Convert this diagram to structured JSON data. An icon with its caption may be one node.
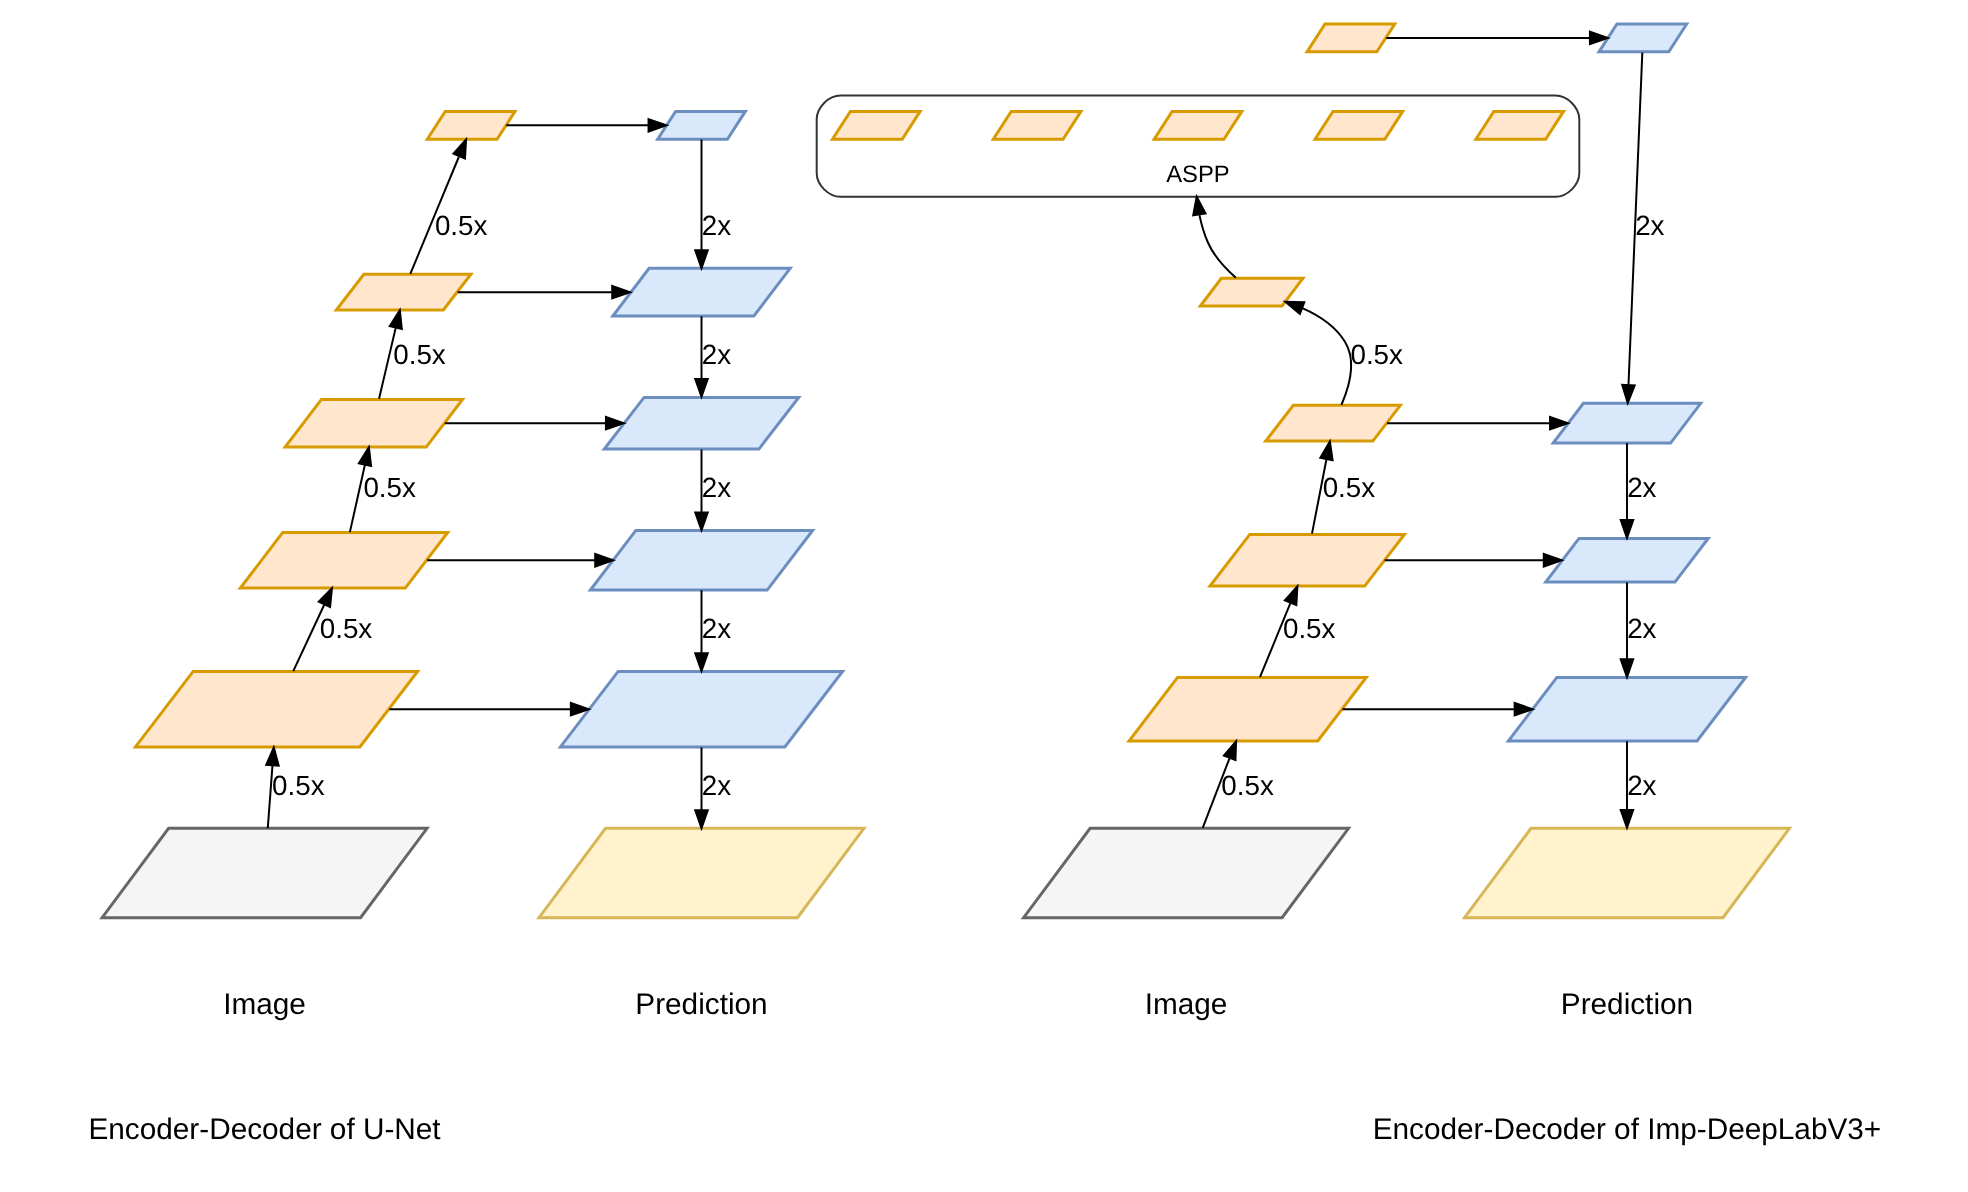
{
  "diagram": {
    "nodes": [
      {
        "text": [],
        "shape": "parallelogram"
      },
      {
        "text": [],
        "shape": "parallelogram"
      },
      {
        "text": [],
        "shape": "parallelogram"
      },
      {
        "text": [],
        "shape": "parallelogram"
      },
      {
        "text": [],
        "shape": "parallelogram"
      },
      {
        "text": [],
        "shape": "parallelogram"
      },
      {
        "text": [],
        "shape": "parallelogram"
      },
      {
        "text": [],
        "shape": "parallelogram"
      },
      {
        "text": [],
        "shape": "parallelogram"
      },
      {
        "text": [],
        "shape": "parallelogram"
      },
      {
        "text": [],
        "shape": "parallelogram",
        "beside": [
          "Image"
        ]
      },
      {
        "text": [],
        "shape": "parallelogram",
        "beside": [
          "Prediction"
        ]
      },
      {
        "text": [],
        "shape": "parallelogram"
      },
      {
        "text": [],
        "shape": "parallelogram"
      },
      {
        "text": [
          "ASPP"
        ]
      },
      {
        "text": [],
        "shape": "parallelogram",
        "in": 14
      },
      {
        "text": [],
        "shape": "parallelogram",
        "in": 14
      },
      {
        "text": [],
        "shape": "parallelogram",
        "in": 14
      },
      {
        "text": [],
        "shape": "parallelogram",
        "in": 14
      },
      {
        "text": [],
        "shape": "parallelogram",
        "in": 14
      },
      {
        "text": [],
        "shape": "parallelogram"
      },
      {
        "text": [],
        "shape": "parallelogram"
      },
      {
        "text": [],
        "shape": "parallelogram"
      },
      {
        "text": [],
        "shape": "parallelogram"
      },
      {
        "text": [],
        "shape": "parallelogram"
      },
      {
        "text": [],
        "shape": "parallelogram"
      },
      {
        "text": [],
        "shape": "parallelogram"
      },
      {
        "text": [],
        "shape": "parallelogram",
        "beside": [
          "Image"
        ]
      },
      {
        "text": [],
        "shape": "parallelogram",
        "beside": [
          "Prediction"
        ]
      }
    ],
    "edges": [
      {
        "from": 10,
        "to": 8,
        "arrow": "to",
        "label": "0.5x"
      },
      {
        "from": 8,
        "to": 6,
        "arrow": "to",
        "label": "0.5x"
      },
      {
        "from": 6,
        "to": 4,
        "arrow": "to",
        "label": "0.5x"
      },
      {
        "from": 4,
        "to": 2,
        "arrow": "to",
        "label": "0.5x"
      },
      {
        "from": 2,
        "to": 0,
        "arrow": "to",
        "label": "0.5x"
      },
      {
        "from": 0,
        "to": 1,
        "arrow": "to"
      },
      {
        "from": 2,
        "to": 3,
        "arrow": "to"
      },
      {
        "from": 4,
        "to": 5,
        "arrow": "to"
      },
      {
        "from": 6,
        "to": 7,
        "arrow": "to"
      },
      {
        "from": 8,
        "to": 9,
        "arrow": "to"
      },
      {
        "from": 1,
        "to": 3,
        "arrow": "to",
        "label": "2x"
      },
      {
        "from": 3,
        "to": 5,
        "arrow": "to",
        "label": "2x"
      },
      {
        "from": 5,
        "to": 7,
        "arrow": "to",
        "label": "2x"
      },
      {
        "from": 7,
        "to": 9,
        "arrow": "to",
        "label": "2x"
      },
      {
        "from": 9,
        "to": 11,
        "arrow": "to",
        "label": "2x"
      },
      {
        "from": 27,
        "to": 25,
        "arrow": "to",
        "label": "0.5x"
      },
      {
        "from": 25,
        "to": 23,
        "arrow": "to",
        "label": "0.5x"
      },
      {
        "from": 23,
        "to": 21,
        "arrow": "to",
        "label": "0.5x"
      },
      {
        "from": 21,
        "to": 20,
        "arrow": "to",
        "label": "0.5x"
      },
      {
        "from": 20,
        "to": 14,
        "arrow": "to"
      },
      {
        "from": 12,
        "to": 13,
        "arrow": "to"
      },
      {
        "from": 21,
        "to": 22,
        "arrow": "to"
      },
      {
        "from": 23,
        "to": 24,
        "arrow": "to"
      },
      {
        "from": 25,
        "to": 26,
        "arrow": "to"
      },
      {
        "from": 13,
        "to": 22,
        "arrow": "to",
        "label": "2x"
      },
      {
        "from": 22,
        "to": 24,
        "arrow": "to",
        "label": "2x"
      },
      {
        "from": 24,
        "to": 26,
        "arrow": "to",
        "label": "2x"
      },
      {
        "from": 26,
        "to": 28,
        "arrow": "to",
        "label": "2x"
      }
    ],
    "labels": [
      "Encoder-Decoder of U-Net",
      "Encoder-Decoder of Imp-DeepLabV3+"
    ]
  }
}
